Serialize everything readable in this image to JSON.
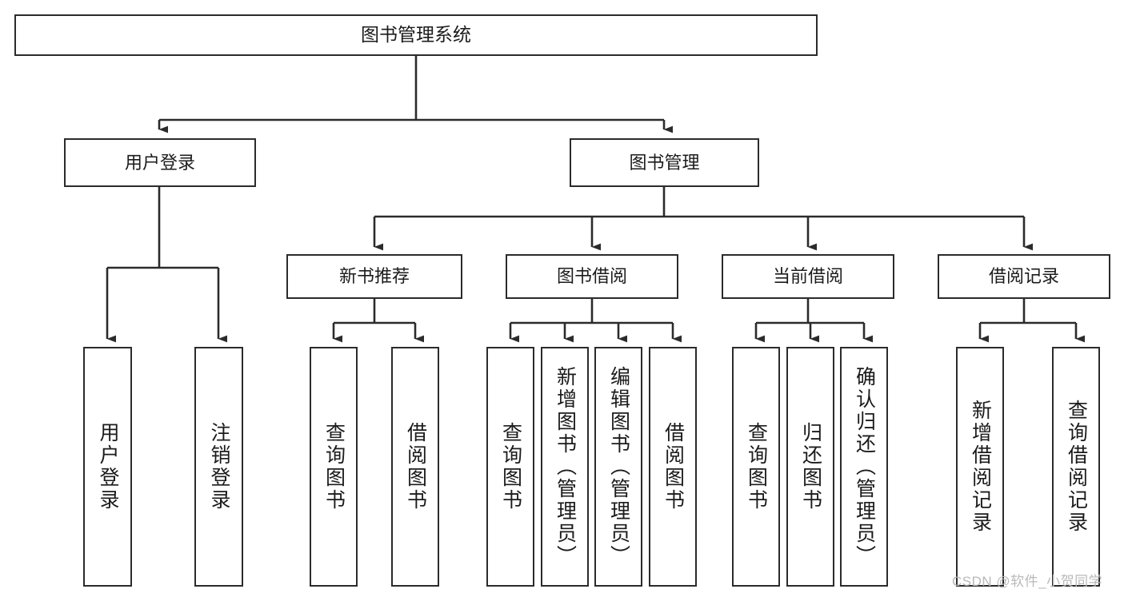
{
  "diagram": {
    "title": "图书管理系统",
    "type": "function-structure-tree",
    "colors": {
      "stroke": "#2b2b2b",
      "fill": "#ffffff",
      "text": "#1b1b1b",
      "watermark": "#b9b9b9",
      "background": "#ffffff"
    },
    "watermark": "CSDN @软件_小贺同学",
    "levels": {
      "root": {
        "label": "图书管理系统"
      },
      "level2": [
        {
          "id": "user-login",
          "label": "用户登录"
        },
        {
          "id": "book-management",
          "label": "图书管理"
        }
      ],
      "level3": [
        {
          "id": "new-book-recommend",
          "label": "新书推荐",
          "parent": "book-management"
        },
        {
          "id": "book-borrow",
          "label": "图书借阅",
          "parent": "book-management"
        },
        {
          "id": "current-borrow",
          "label": "当前借阅",
          "parent": "book-management"
        },
        {
          "id": "borrow-record",
          "label": "借阅记录",
          "parent": "book-management"
        }
      ],
      "leaves": [
        {
          "id": "leaf-user-login",
          "label": "用户登录",
          "parent": "user-login"
        },
        {
          "id": "leaf-logout-login",
          "label": "注销登录",
          "parent": "user-login"
        },
        {
          "id": "leaf-query-book-1",
          "label": "查询图书",
          "parent": "new-book-recommend"
        },
        {
          "id": "leaf-borrow-book-1",
          "label": "借阅图书",
          "parent": "new-book-recommend"
        },
        {
          "id": "leaf-query-book-2",
          "label": "查询图书",
          "parent": "book-borrow"
        },
        {
          "id": "leaf-add-book",
          "label": "新增图书（管理员）",
          "parent": "book-borrow"
        },
        {
          "id": "leaf-edit-book",
          "label": "编辑图书（管理员）",
          "parent": "book-borrow"
        },
        {
          "id": "leaf-borrow-book-2",
          "label": "借阅图书",
          "parent": "book-borrow"
        },
        {
          "id": "leaf-query-book-3",
          "label": "查询图书",
          "parent": "current-borrow"
        },
        {
          "id": "leaf-return-book",
          "label": "归还图书",
          "parent": "current-borrow"
        },
        {
          "id": "leaf-confirm-return",
          "label": "确认归还（管理员）",
          "parent": "current-borrow"
        },
        {
          "id": "leaf-add-record",
          "label": "新增借阅记录",
          "parent": "borrow-record"
        },
        {
          "id": "leaf-query-record",
          "label": "查询借阅记录",
          "parent": "borrow-record"
        }
      ]
    }
  }
}
